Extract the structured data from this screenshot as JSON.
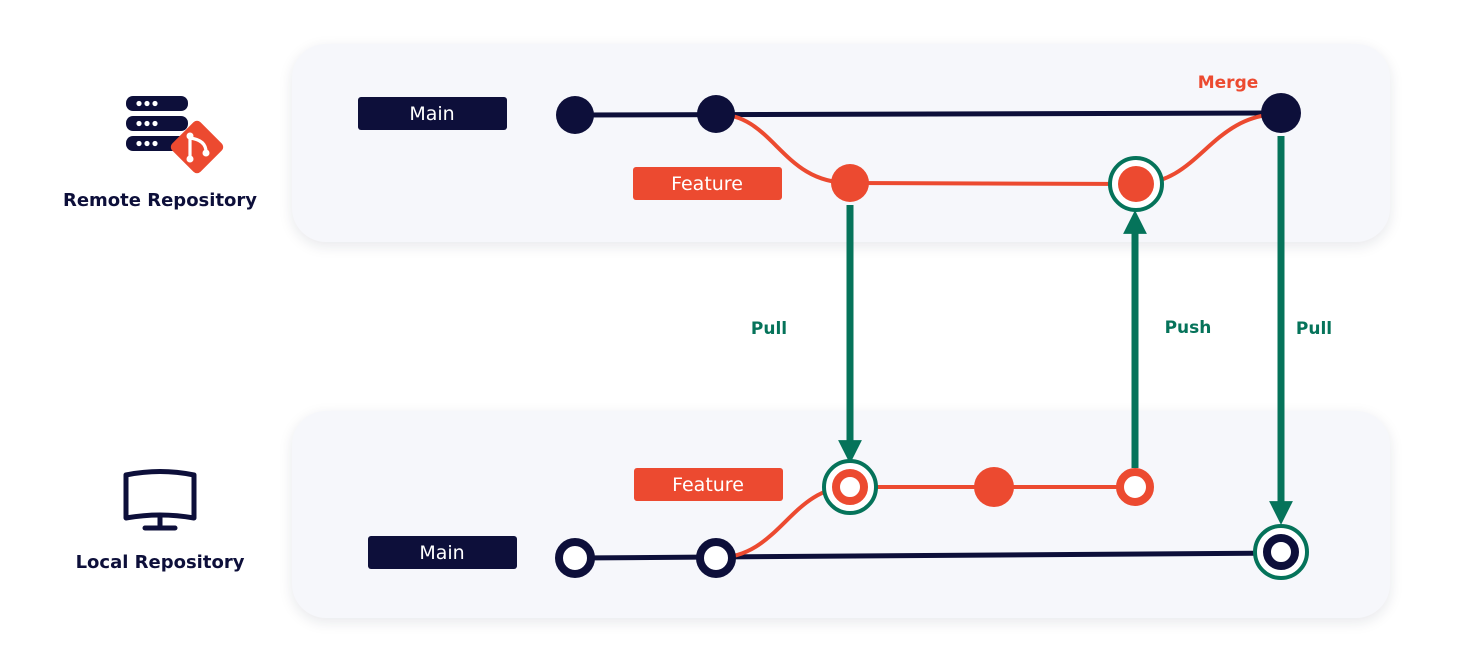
{
  "remote": {
    "title": "Remote Repository",
    "main_label": "Main",
    "feature_label": "Feature",
    "merge_label": "Merge"
  },
  "local": {
    "title": "Local Repository",
    "main_label": "Main",
    "feature_label": "Feature"
  },
  "actions": {
    "pull_1": "Pull",
    "push": "Push",
    "pull_2": "Pull"
  },
  "icons": {
    "remote": "server-git-icon",
    "local": "monitor-icon"
  },
  "colors": {
    "main": "#0d0f3a",
    "feature": "#ec4a30",
    "action": "#05735a",
    "panel": "#f6f7fb"
  }
}
